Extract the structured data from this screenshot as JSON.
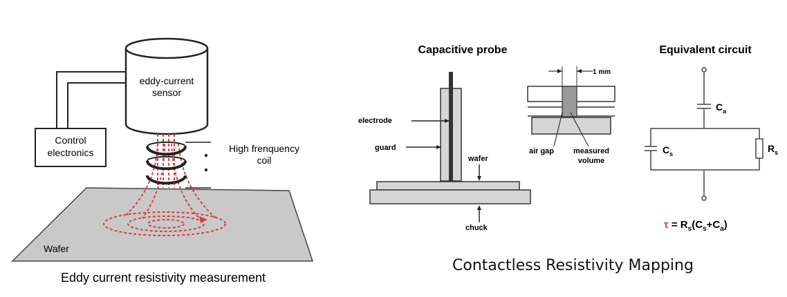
{
  "eddy": {
    "sensor_label_1": "eddy-current",
    "sensor_label_2": "sensor",
    "control_label_1": "Control",
    "control_label_2": "electronics",
    "coil_label_1": "High frenquency",
    "coil_label_2": "coil",
    "wafer_label": "Wafer",
    "caption": "Eddy current resistivity measurement"
  },
  "probe": {
    "title": "Capacitive probe",
    "electrode": "electrode",
    "guard": "guard",
    "wafer": "wafer",
    "chuck": "chuck",
    "dim": "1 mm",
    "air_gap": "air gap",
    "measured_1": "measured",
    "measured_2": "volume"
  },
  "circuit": {
    "title": "Equivalent circuit",
    "ca_main": "C",
    "ca_sub": "a",
    "cs_main": "C",
    "cs_sub": "s",
    "rs_main": "R",
    "rs_sub": "s",
    "formula_tau": "τ",
    "formula_eq": " = R",
    "formula_s1": "s",
    "formula_mid": "(C",
    "formula_s2": "s",
    "formula_plus": "+C",
    "formula_a": "a",
    "formula_end": ")"
  },
  "right_caption": "Contactless Resistivity Mapping",
  "colors": {
    "eddy_red": "#e03a3a",
    "tau_red": "#e0322c",
    "gray_fill": "#d6d6d6"
  }
}
